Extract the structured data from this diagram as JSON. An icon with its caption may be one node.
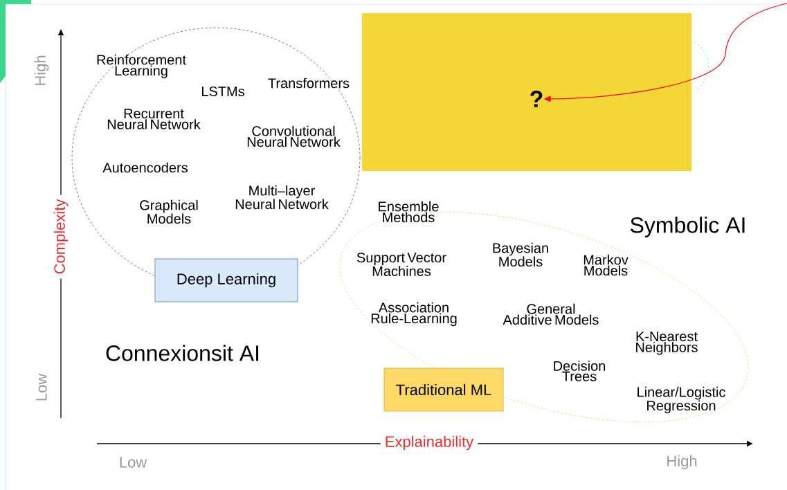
{
  "diagram": {
    "nodes": [
      {
        "text": [],
        "shape": "box"
      },
      {
        "text": [
          "?"
        ],
        "in": 0
      },
      {
        "text": [
          "Deep Learning"
        ]
      },
      {
        "text": [
          "Traditional ML"
        ]
      }
    ],
    "edges": [
      {
        "from": null,
        "to": 1,
        "arrow": "to",
        "color": "#ff0000"
      }
    ],
    "labels": [
      "Reinforcement Learning",
      "LSTMs",
      "Transformers",
      "Recurrent Neural Network",
      "Convolutional Neural Network",
      "Autoencoders",
      "Multi–layer Neural Network",
      "Graphical Models",
      "Ensemble Methods",
      "Symbolic AI",
      "Support Vector Machines",
      "Bayesian Models",
      "Markov Models",
      "Association Rule-Learning",
      "General Additive Models",
      "Connexionsit AI",
      "K-Nearest Neighbors",
      "Decision Trees",
      "Linear/Logistic Regression",
      "Complexity",
      "High",
      "Low",
      "Explainability",
      "Low",
      "High"
    ]
  }
}
